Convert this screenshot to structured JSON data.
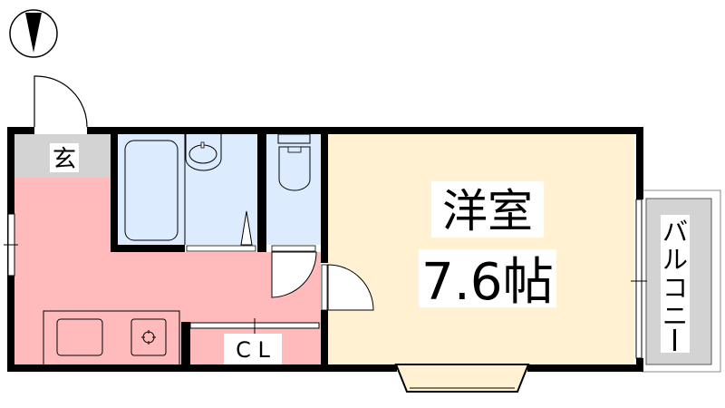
{
  "plan": {
    "entrance_label": "玄",
    "room_name": "洋室",
    "room_size": "7.6帖",
    "closet_label": "C L",
    "balcony_label": [
      "バ",
      "ル",
      "コ",
      "ニ",
      "ー"
    ]
  },
  "colors": {
    "kitchen": "#FFBBBB",
    "wet_area": "#DCEBFD",
    "western_room": "#FFF1D2",
    "entrance": "#D3D3D3",
    "balcony": "#D3D3D3",
    "wall": "#000000"
  },
  "compass": {
    "direction": "north"
  }
}
